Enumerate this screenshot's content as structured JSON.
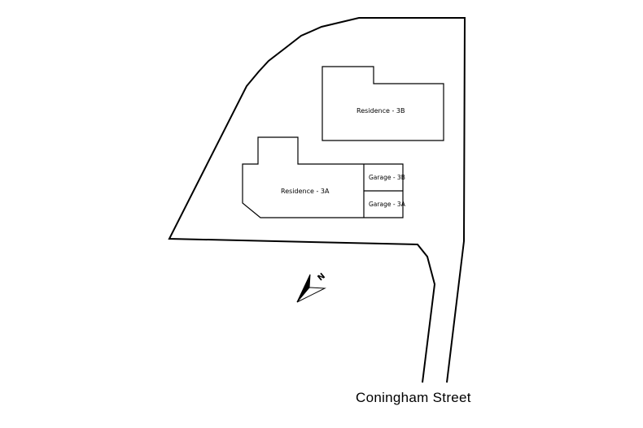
{
  "buildings": [
    {
      "id": "residence-3b",
      "label": "Residence - 3B"
    },
    {
      "id": "residence-3a",
      "label": "Residence - 3A"
    },
    {
      "id": "garage-3b",
      "label": "Garage - 3B"
    },
    {
      "id": "garage-3a",
      "label": "Garage - 3A"
    }
  ],
  "north_arrow": {
    "label": "N"
  },
  "street": {
    "name": "Coningham Street"
  },
  "colors": {
    "line": "#000000",
    "background": "#ffffff"
  }
}
